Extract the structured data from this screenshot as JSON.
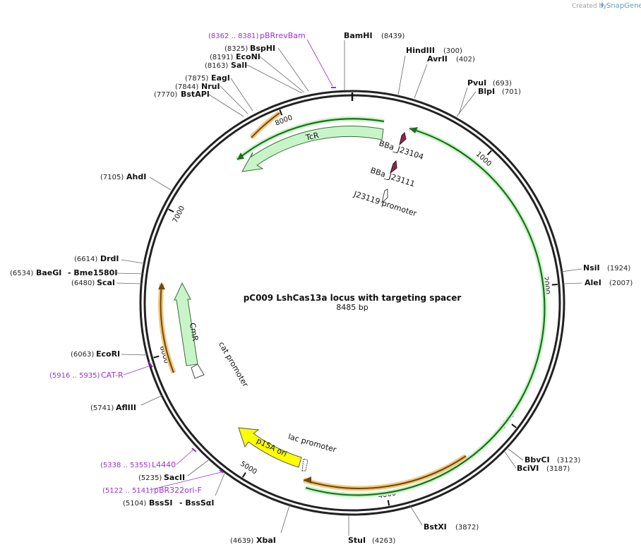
{
  "credit": {
    "created_by": "Created by",
    "brand": "SnapGene"
  },
  "map": {
    "title": "pC009 LshCas13a locus with targeting spacer",
    "length_label": "8485 bp",
    "total_bp": 8485
  },
  "ticks": [
    {
      "bp": 1000,
      "label": "1000"
    },
    {
      "bp": 2000,
      "label": "2000"
    },
    {
      "bp": 3000,
      "label": "3000"
    },
    {
      "bp": 4000,
      "label": "4000"
    },
    {
      "bp": 5000,
      "label": "5000"
    },
    {
      "bp": 6000,
      "label": "6000"
    },
    {
      "bp": 7000,
      "label": "7000"
    },
    {
      "bp": 8000,
      "label": "8000"
    }
  ],
  "enzymes": [
    {
      "name": "BamHI",
      "pos": "(8439)"
    },
    {
      "name": "HindIII",
      "pos": "(300)"
    },
    {
      "name": "AvrII",
      "pos": "(402)"
    },
    {
      "name": "PvuI",
      "pos": "(693)"
    },
    {
      "name": "BlpI",
      "pos": "(701)"
    },
    {
      "name": "NsiI",
      "pos": "(1924)"
    },
    {
      "name": "AleI",
      "pos": "(2007)"
    },
    {
      "name": "BbvCI",
      "pos": "(3123)"
    },
    {
      "name": "BciVI",
      "pos": "(3187)"
    },
    {
      "name": "BstXI",
      "pos": "(3872)"
    },
    {
      "name": "StuI",
      "pos": "(4263)"
    },
    {
      "name": "XbaI",
      "pos": "(4639)"
    },
    {
      "name": "BssSI",
      "pos": "(5104)",
      "extra": "- BssSαI"
    },
    {
      "name": "SacII",
      "pos": "(5235)"
    },
    {
      "name": "AflIII",
      "pos": "(5741)"
    },
    {
      "name": "EcoRI",
      "pos": "(6063)"
    },
    {
      "name": "ScaI",
      "pos": "(6480)"
    },
    {
      "name": "BaeGI",
      "pos": "(6534)",
      "extra": "- Bme1580I"
    },
    {
      "name": "DrdI",
      "pos": "(6614)"
    },
    {
      "name": "AhdI",
      "pos": "(7105)"
    },
    {
      "name": "BstAPI",
      "pos": "(7770)"
    },
    {
      "name": "NruI",
      "pos": "(7844)"
    },
    {
      "name": "EagI",
      "pos": "(7875)"
    },
    {
      "name": "SalI",
      "pos": "(8163)"
    },
    {
      "name": "EcoNI",
      "pos": "(8191)"
    },
    {
      "name": "BspHI",
      "pos": "(8325)"
    }
  ],
  "primers": [
    {
      "name": "pBRrevBam",
      "pos": "(8362 .. 8381)"
    },
    {
      "name": "CAT-R",
      "pos": "(5916 .. 5935)"
    },
    {
      "name": "L4440",
      "pos": "(5338 .. 5355)"
    },
    {
      "name": "pBR322ori-F",
      "pos": "(5122 .. 5141)"
    }
  ],
  "features": [
    {
      "name": "TcR",
      "color": "#c8f5c8"
    },
    {
      "name": "BBa_J23104",
      "color": "#8b2a4a"
    },
    {
      "name": "BBa_J23111",
      "color": "#8b2a4a"
    },
    {
      "name": "J23119 promoter",
      "color": "#ffffff"
    },
    {
      "name": "CmR",
      "color": "#c8f5c8"
    },
    {
      "name": "cat promoter",
      "color": "#ffffff"
    },
    {
      "name": "p15A ori",
      "color": "#ffff00"
    },
    {
      "name": "lac promoter",
      "color": "#ffffff"
    }
  ],
  "colors": {
    "backbone": "#222222",
    "primer": "#9b30d9",
    "orf_dark": "#1e6b1e",
    "orf_halo": "#c8f5c8",
    "orange_halo": "#f5c67a",
    "orange_dark": "#6b4a10"
  }
}
